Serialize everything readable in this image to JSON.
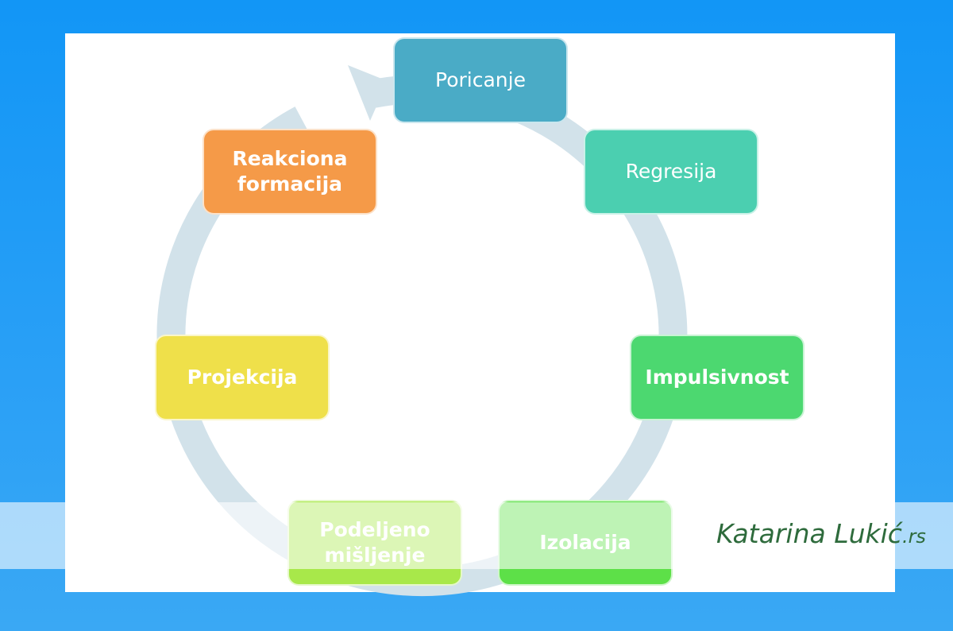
{
  "diagram": {
    "title": "cycle",
    "nodes": [
      {
        "id": "poricanje",
        "label": "Poricanje",
        "color": "#4aabc6"
      },
      {
        "id": "regresija",
        "label": "Regresija",
        "color": "#4bcfb0"
      },
      {
        "id": "impulsivnost",
        "label": "Impulsivnost",
        "color": "#4cd870"
      },
      {
        "id": "izolacija",
        "label": "Izolacija",
        "color": "#5de048"
      },
      {
        "id": "podeljeno",
        "label_line1": "Podeljeno",
        "label_line2": "mišljenje",
        "color": "#a8e84a"
      },
      {
        "id": "projekcija",
        "label": "Projekcija",
        "color": "#efe04a"
      },
      {
        "id": "reakciona",
        "label_line1": "Reakciona",
        "label_line2": "formacija",
        "color": "#f59a48"
      }
    ],
    "ring_color": "#d2e2ea"
  },
  "watermark": {
    "name": "Katarina Lukić",
    "tld": ".rs"
  }
}
